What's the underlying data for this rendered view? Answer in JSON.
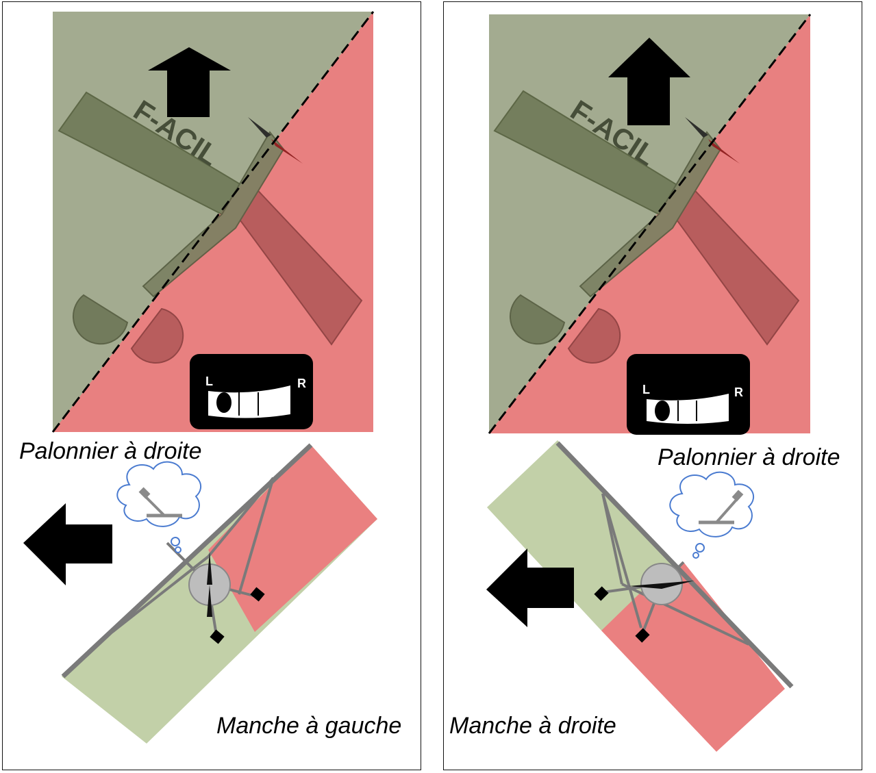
{
  "colors": {
    "green_zone": "#a3ab90",
    "red_zone": "#e88080",
    "light_green": "#c2d0a8",
    "light_red": "#ea8080",
    "airframe_gray": "#7a7a7a",
    "arrow": "#000000",
    "thought_bubble_outline": "#4a7bd0"
  },
  "icons": {
    "direction_arrow": "black-block-arrow",
    "instrument": "slip-ball-indicator",
    "thought": "control-stick-thought-bubble",
    "aircraft_top": "airplane-top-view",
    "aircraft_front": "airplane-front-view"
  },
  "panels": [
    {
      "registration": "F-ACIL",
      "slip_left": "L",
      "slip_right": "R",
      "rudder_caption": "Palonnier à droite",
      "stick_caption": "Manche à gauche"
    },
    {
      "registration": "F-ACIL",
      "slip_left": "L",
      "slip_right": "R",
      "rudder_caption": "Palonnier à droite",
      "stick_caption": "Manche à droite"
    }
  ]
}
